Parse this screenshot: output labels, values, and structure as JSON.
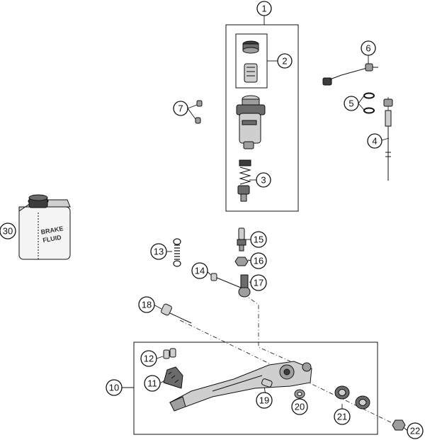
{
  "callouts": {
    "c1": "1",
    "c2": "2",
    "c3": "3",
    "c4": "4",
    "c5": "5",
    "c6": "6",
    "c7": "7",
    "c10": "10",
    "c11": "11",
    "c12": "12",
    "c13": "13",
    "c14": "14",
    "c15": "15",
    "c16": "16",
    "c17": "17",
    "c18": "18",
    "c19": "19",
    "c20": "20",
    "c21": "21",
    "c22": "22",
    "c30": "30"
  },
  "fluid_can": {
    "line1": "BRAKE",
    "line2": "FLUID"
  }
}
